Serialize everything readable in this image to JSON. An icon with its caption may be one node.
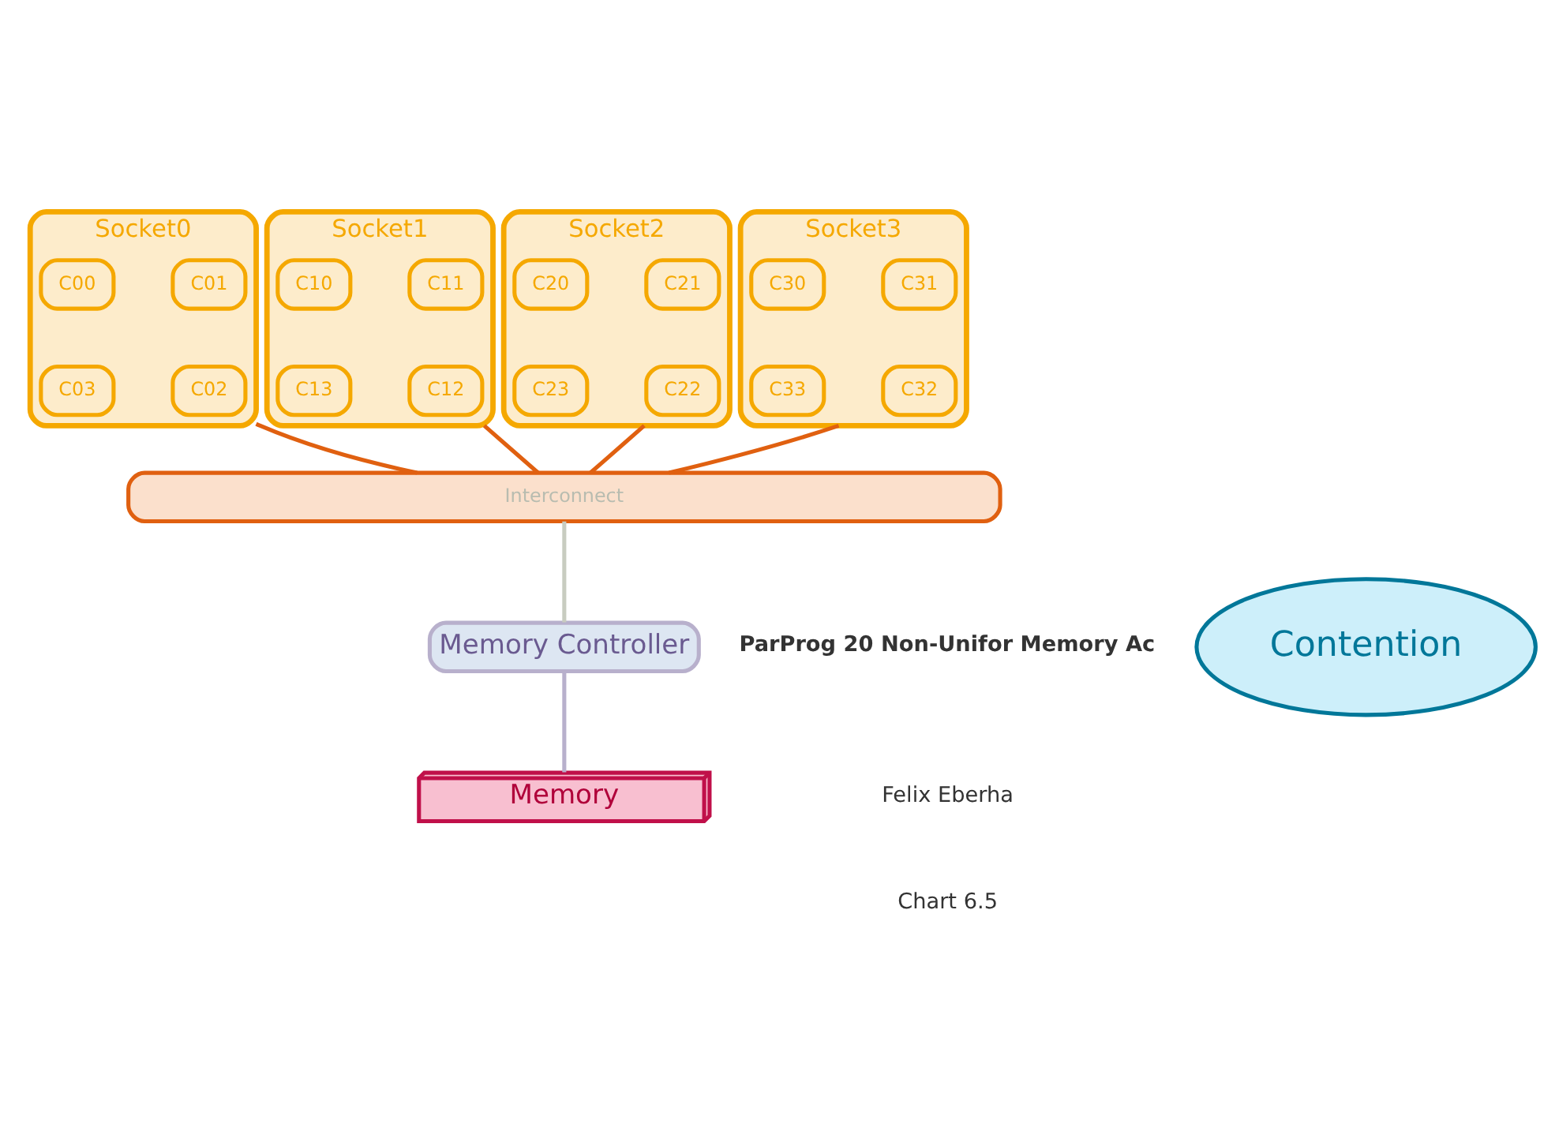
{
  "diagram": {
    "nodes": [
      {
        "text": [
          "Socket0"
        ]
      },
      {
        "text": [
          "C00"
        ],
        "in": 0
      },
      {
        "text": [
          "C01"
        ],
        "in": 0
      },
      {
        "text": [
          "C03"
        ],
        "in": 0
      },
      {
        "text": [
          "C02"
        ],
        "in": 0
      },
      {
        "text": [
          "Socket1"
        ]
      },
      {
        "text": [
          "C10"
        ],
        "in": 5
      },
      {
        "text": [
          "C11"
        ],
        "in": 5
      },
      {
        "text": [
          "C13"
        ],
        "in": 5
      },
      {
        "text": [
          "C12"
        ],
        "in": 5
      },
      {
        "text": [
          "Socket2"
        ]
      },
      {
        "text": [
          "C20"
        ],
        "in": 10
      },
      {
        "text": [
          "C21"
        ],
        "in": 10
      },
      {
        "text": [
          "C23"
        ],
        "in": 10
      },
      {
        "text": [
          "C22"
        ],
        "in": 10
      },
      {
        "text": [
          "Socket3"
        ]
      },
      {
        "text": [
          "C30"
        ],
        "in": 15
      },
      {
        "text": [
          "C31"
        ],
        "in": 15
      },
      {
        "text": [
          "C33"
        ],
        "in": 15
      },
      {
        "text": [
          "C32"
        ],
        "in": 15
      },
      {
        "text": [
          "Interconnect"
        ]
      },
      {
        "text": [
          "Contention"
        ]
      },
      {
        "text": [
          "Memory Controller"
        ]
      },
      {
        "text": [
          "Memory"
        ]
      }
    ],
    "edges": [
      {
        "from": 0,
        "to": 20,
        "arrow": "none"
      },
      {
        "from": 5,
        "to": 20,
        "arrow": "none"
      },
      {
        "from": 10,
        "to": 20,
        "arrow": "none"
      },
      {
        "from": 15,
        "to": 20,
        "arrow": "none"
      },
      {
        "from": 20,
        "to": 22,
        "arrow": "none",
        "color": "#c8ccc0"
      },
      {
        "from": 22,
        "to": 23,
        "arrow": "none",
        "color": "#b8b0cc"
      }
    ],
    "labels": [
      "ParProg 20 Non-Unifor Memory Ac",
      "Felix Eberha",
      "Chart 6.5"
    ]
  }
}
